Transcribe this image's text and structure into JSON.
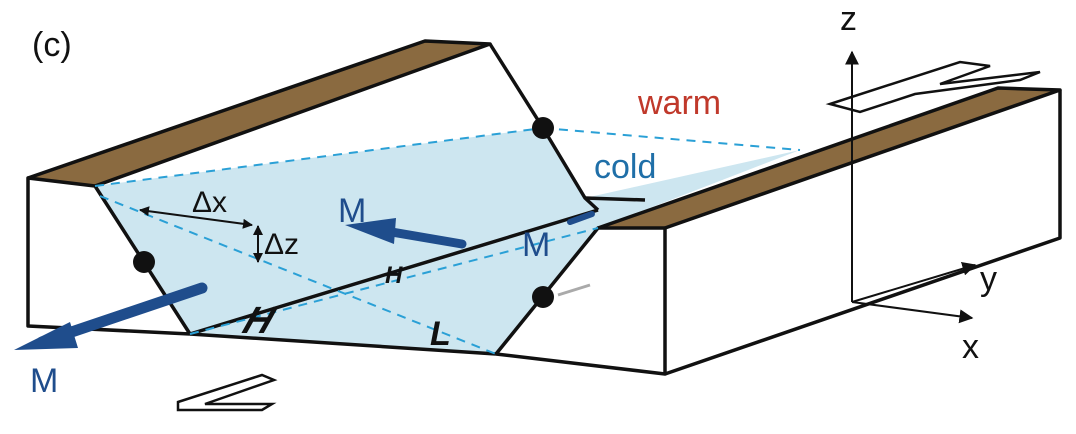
{
  "panel_label": "(c)",
  "labels": {
    "warm": "warm",
    "cold": "cold",
    "delta_x": "Δx",
    "delta_z": "Δz",
    "momentum_left": "M",
    "momentum_center": "M",
    "momentum_right": "M"
  },
  "pressure_marks": {
    "high_front": "H",
    "high_center": "H",
    "low_front": "L"
  },
  "axes": {
    "z": "z",
    "y": "y",
    "x": "x"
  },
  "colors": {
    "water": "#cde6f0",
    "surface_top": "#8a6a40",
    "arrow": "#1f4d8c",
    "warm_text": "#c0392b",
    "cold_text": "#1f6fa8",
    "dashed": "#2aa0d6"
  }
}
